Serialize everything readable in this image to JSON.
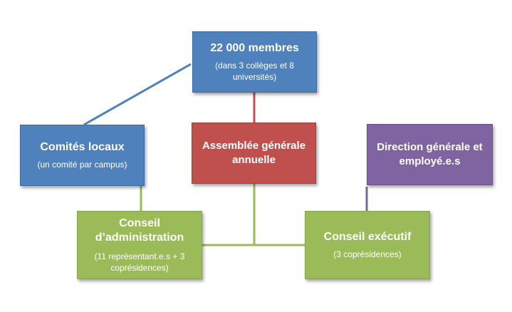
{
  "diagram": {
    "nodes": {
      "members": {
        "title": "22 000 membres",
        "subtitle": "(dans 3 collèges et 8 universités)",
        "color": "#4f81bd"
      },
      "local_committees": {
        "title": "Comités locaux",
        "subtitle": "(un comité par campus)",
        "color": "#4f81bd"
      },
      "general_assembly": {
        "title": "Assemblée générale annuelle",
        "color": "#c0504d"
      },
      "direction": {
        "title": "Direction générale et employé.e.s",
        "color": "#8064a2"
      },
      "board": {
        "title": "Conseil d’administration",
        "subtitle": "(11 représentant.e.s + 3 coprésidences)",
        "color": "#9bbb59"
      },
      "executive": {
        "title": "Conseil exécutif",
        "subtitle": "(3 coprésidences)",
        "color": "#9bbb59"
      }
    },
    "connector_colors": {
      "members_to_committees": "#4f81bd",
      "members_to_assembly": "#c0504d",
      "committees_to_board": "#9bbb59",
      "assembly_to_councils": "#9bbb59",
      "direction_to_executive": "#8064a2"
    }
  }
}
